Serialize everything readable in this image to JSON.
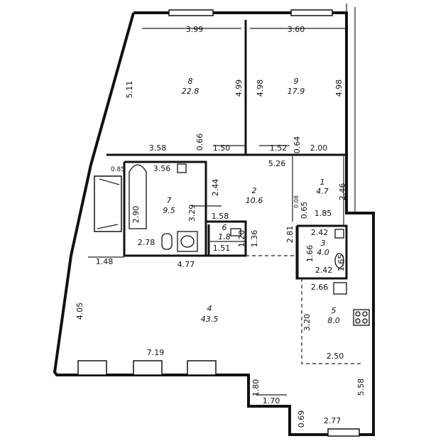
{
  "rooms": [
    {
      "id": "8",
      "number": "8",
      "area": "22.8"
    },
    {
      "id": "9",
      "number": "9",
      "area": "17.9"
    },
    {
      "id": "7",
      "number": "7",
      "area": "9.5"
    },
    {
      "id": "2",
      "number": "2",
      "area": "10.6"
    },
    {
      "id": "1",
      "number": "1",
      "area": "4.7"
    },
    {
      "id": "6",
      "number": "6",
      "area": "1.8"
    },
    {
      "id": "3",
      "number": "3",
      "area": "4.0"
    },
    {
      "id": "4",
      "number": "4",
      "area": "43.5"
    },
    {
      "id": "5",
      "number": "5",
      "area": "8.0"
    }
  ],
  "dimensions": [
    "3.99",
    "3.60",
    "5.11",
    "4.99",
    "4.98",
    "4.98",
    "3.58",
    "0.66",
    "1.50",
    "1.52",
    "0.64",
    "2.00",
    "5.26",
    "0.85",
    "3.56",
    "2.44",
    "2.46",
    "0.08",
    "0.65",
    "1.85",
    "2.90",
    "3.29",
    "1.58",
    "1.20",
    "1.36",
    "2.81",
    "2.42",
    "1.66",
    "1.65",
    "2.42",
    "2.78",
    "1.51",
    "1.48",
    "4.77",
    "2.66",
    "3.20",
    "4.05",
    "7.19",
    "2.50",
    "1.80",
    "5.58",
    "1.70",
    "0.69",
    "2.77"
  ]
}
